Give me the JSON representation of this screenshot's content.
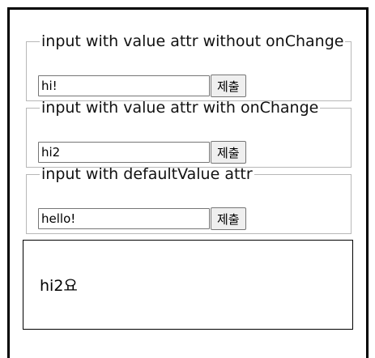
{
  "forms": [
    {
      "legend": "input with value attr without onChange",
      "value": "hi!",
      "submit_label": "제출"
    },
    {
      "legend": "input with value attr with onChange",
      "value": "hi2",
      "submit_label": "제출"
    },
    {
      "legend": "input with defaultValue attr",
      "value": "hello!",
      "submit_label": "제출"
    }
  ],
  "output": {
    "text": "hi2요"
  }
}
